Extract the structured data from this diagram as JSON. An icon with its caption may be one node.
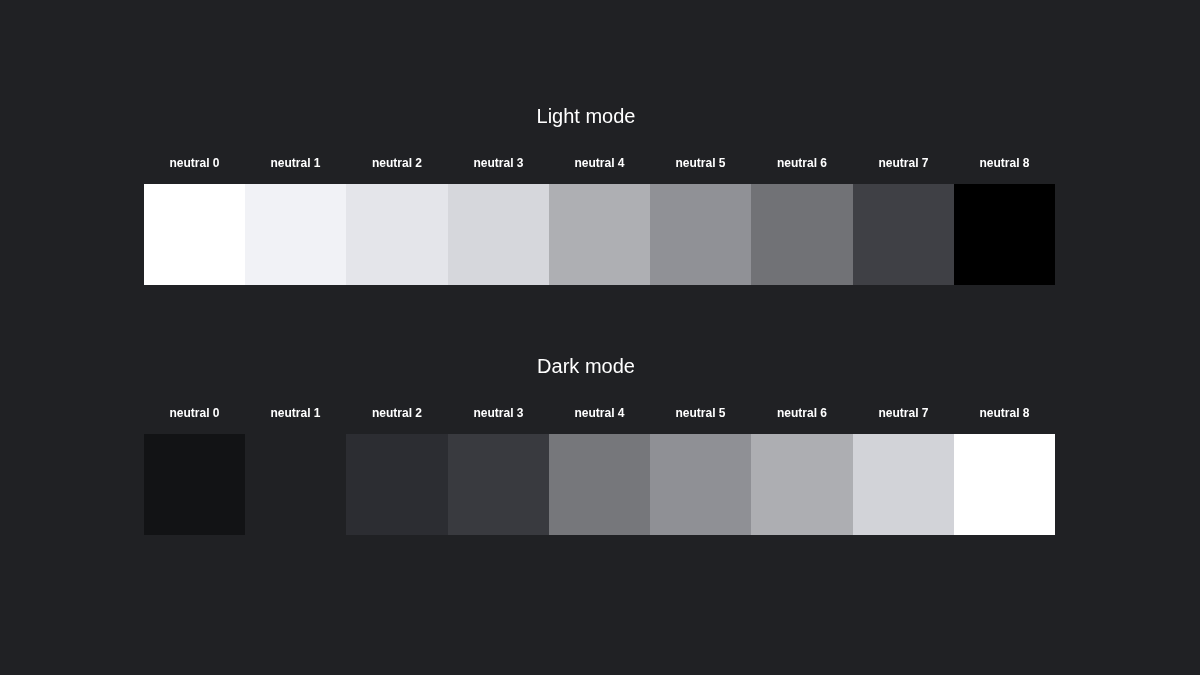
{
  "diagram": {
    "labels": [
      "Light mode",
      "Dark mode"
    ],
    "legend": [
      {
        "text": "neutral 0",
        "color": "#ffffff"
      },
      {
        "text": "neutral 1",
        "color": "#f1f2f6"
      },
      {
        "text": "neutral 2",
        "color": "#e4e5ea"
      },
      {
        "text": "neutral 3",
        "color": "#d6d7dc"
      },
      {
        "text": "neutral 4",
        "color": "#aeafb3"
      },
      {
        "text": "neutral 5",
        "color": "#909196"
      },
      {
        "text": "neutral 6",
        "color": "#717276"
      },
      {
        "text": "neutral 7",
        "color": "#3f4045"
      },
      {
        "text": "neutral 8",
        "color": "#000000"
      },
      {
        "text": "neutral 0",
        "color": "#121315"
      },
      {
        "text": "neutral 1",
        "color": "#202124"
      },
      {
        "text": "neutral 2",
        "color": "#2c2d32"
      },
      {
        "text": "neutral 3",
        "color": "#393a3f"
      },
      {
        "text": "neutral 4",
        "color": "#76777b"
      },
      {
        "text": "neutral 5",
        "color": "#8f9095"
      },
      {
        "text": "neutral 6",
        "color": "#adaeb2"
      },
      {
        "text": "neutral 7",
        "color": "#d2d3d8"
      },
      {
        "text": "neutral 8",
        "color": "#ffffff"
      }
    ]
  }
}
